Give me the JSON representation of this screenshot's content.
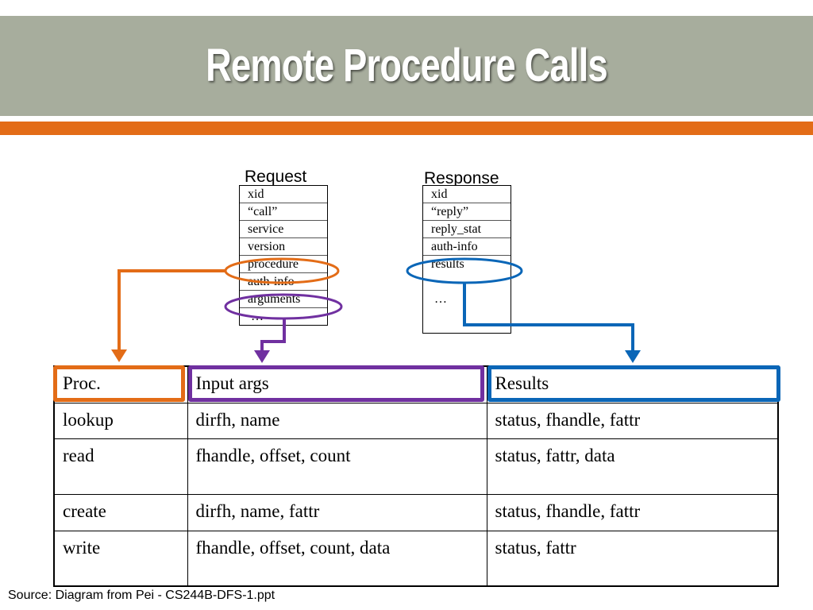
{
  "slide": {
    "title": "Remote Procedure Calls",
    "source": "Source: Diagram from Pei - CS244B-DFS-1.ppt"
  },
  "colors": {
    "title_bar": "#a7ad9d",
    "accent_bar": "#e36c17",
    "proc_highlight": "#e36c17",
    "args_highlight": "#7030a0",
    "results_highlight": "#0a66b7"
  },
  "request": {
    "label": "Request",
    "fields": [
      "xid",
      "“call”",
      "service",
      "version",
      "procedure",
      "auth-info",
      "arguments",
      "…"
    ]
  },
  "response": {
    "label": "Response",
    "fields": [
      "xid",
      "“reply”",
      "reply_stat",
      "auth-info",
      "results",
      "…"
    ]
  },
  "table": {
    "headers": [
      "Proc.",
      "Input args",
      "Results"
    ],
    "rows": [
      [
        "lookup",
        "dirfh, name",
        "status, fhandle, fattr"
      ],
      [
        "read",
        "fhandle, offset, count",
        "status, fattr, data"
      ],
      [
        "create",
        "dirfh, name, fattr",
        "status, fhandle, fattr"
      ],
      [
        "write",
        "fhandle, offset, count, data",
        "status, fattr"
      ]
    ]
  }
}
